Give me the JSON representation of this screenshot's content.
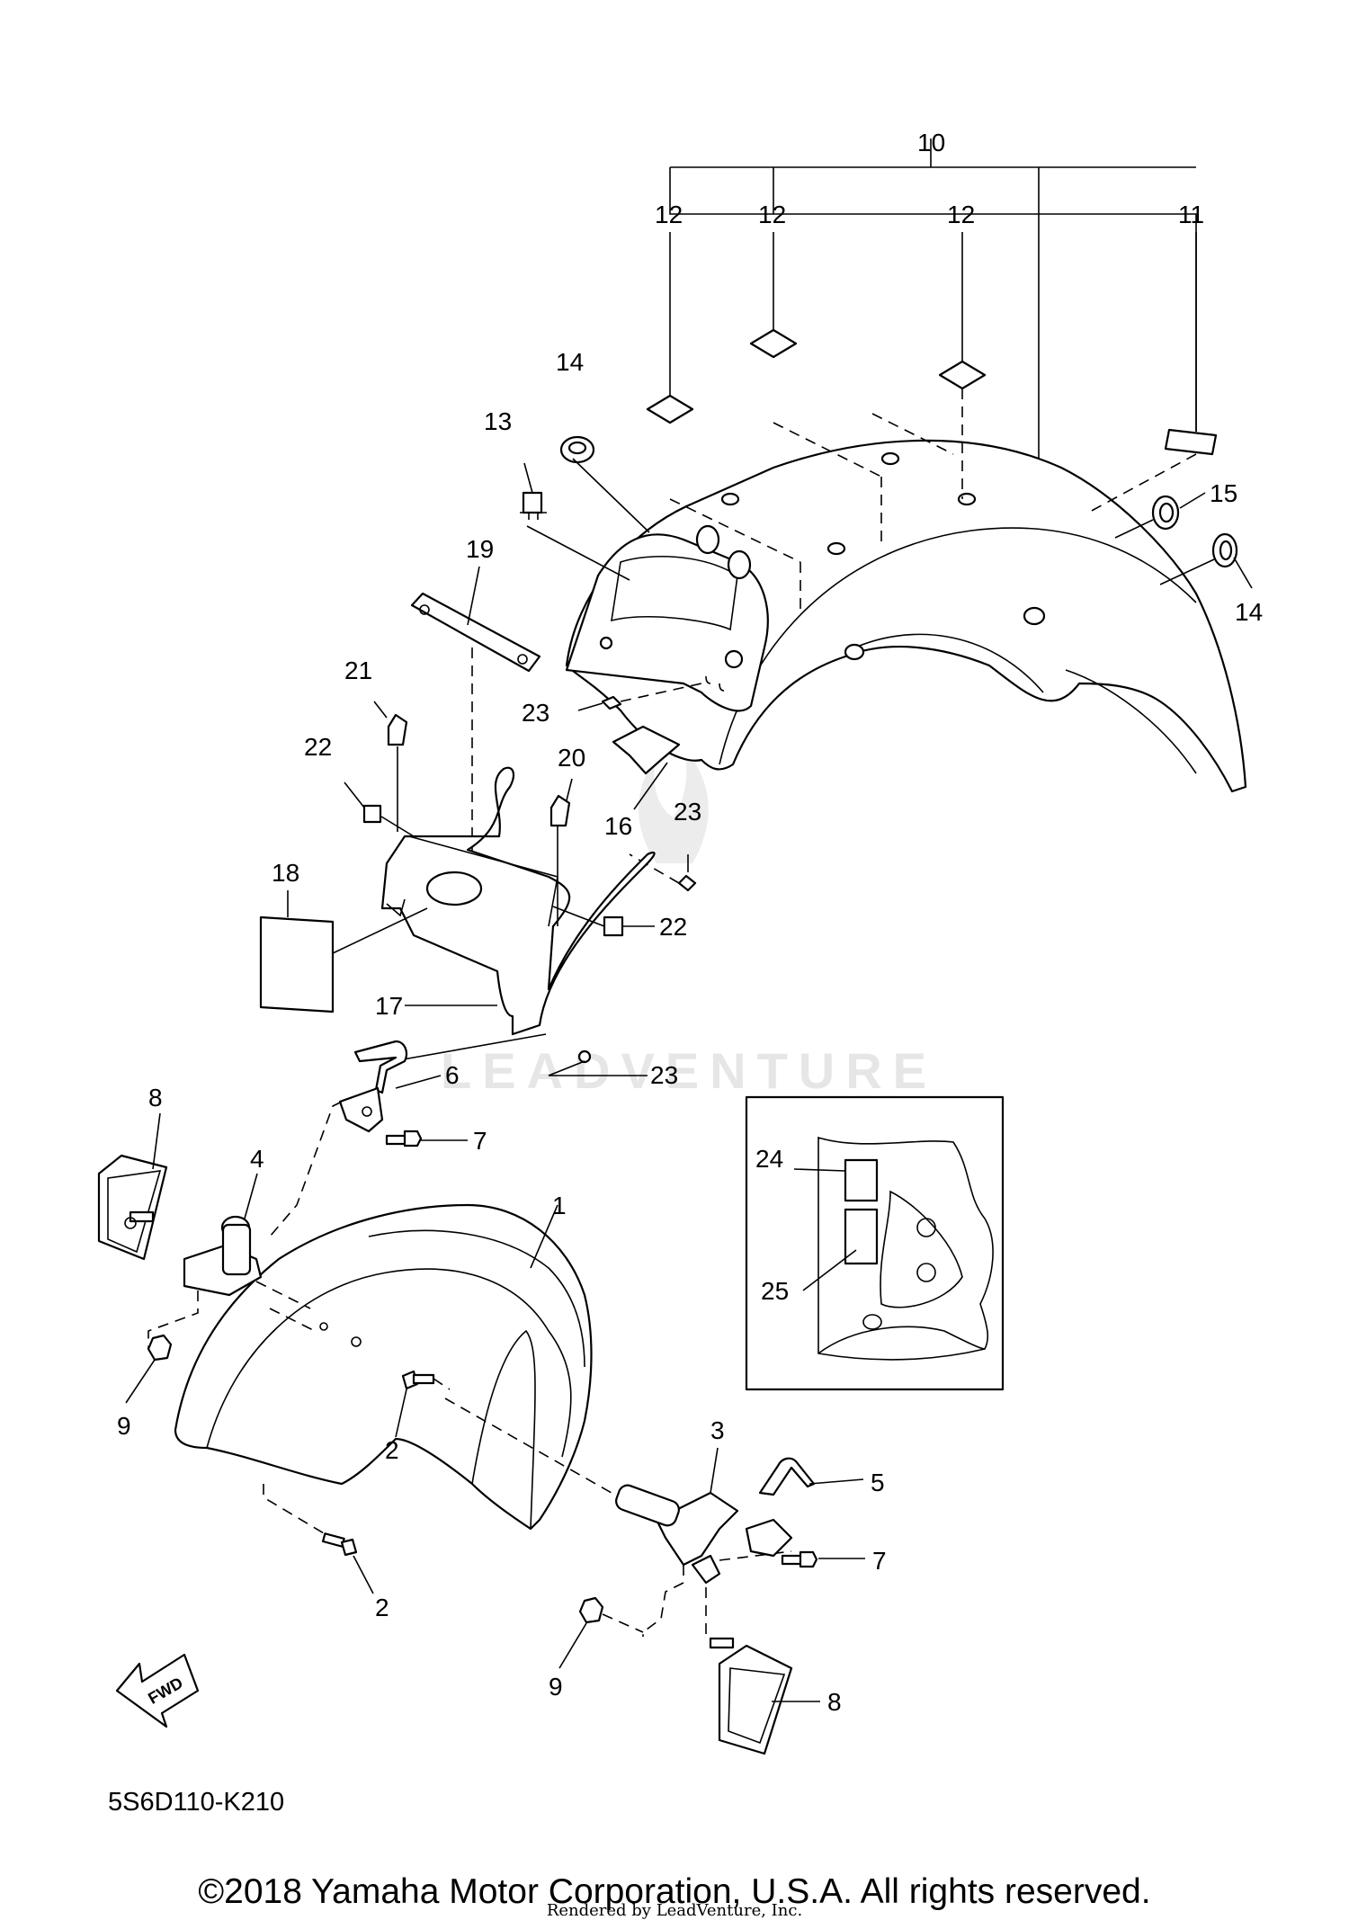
{
  "diagram_code": "5S6D110-K210",
  "copyright": "©2018 Yamaha Motor Corporation, U.S.A. All rights reserved.",
  "rendered_by": "Rendered by LeadVenture, Inc.",
  "watermark": "LEADVENTURE",
  "fwd_label": "FWD",
  "callouts": {
    "c1": "1",
    "c2a": "2",
    "c2b": "2",
    "c3": "3",
    "c4": "4",
    "c5": "5",
    "c6": "6",
    "c7a": "7",
    "c7b": "7",
    "c8a": "8",
    "c8b": "8",
    "c9a": "9",
    "c9b": "9",
    "c10": "10",
    "c11": "11",
    "c12a": "12",
    "c12b": "12",
    "c12c": "12",
    "c13": "13",
    "c14a": "14",
    "c14b": "14",
    "c15": "15",
    "c16": "16",
    "c17": "17",
    "c18": "18",
    "c19": "19",
    "c20": "20",
    "c21": "21",
    "c22a": "22",
    "c22b": "22",
    "c23a": "23",
    "c23b": "23",
    "c23c": "23",
    "c24": "24",
    "c25": "25"
  }
}
